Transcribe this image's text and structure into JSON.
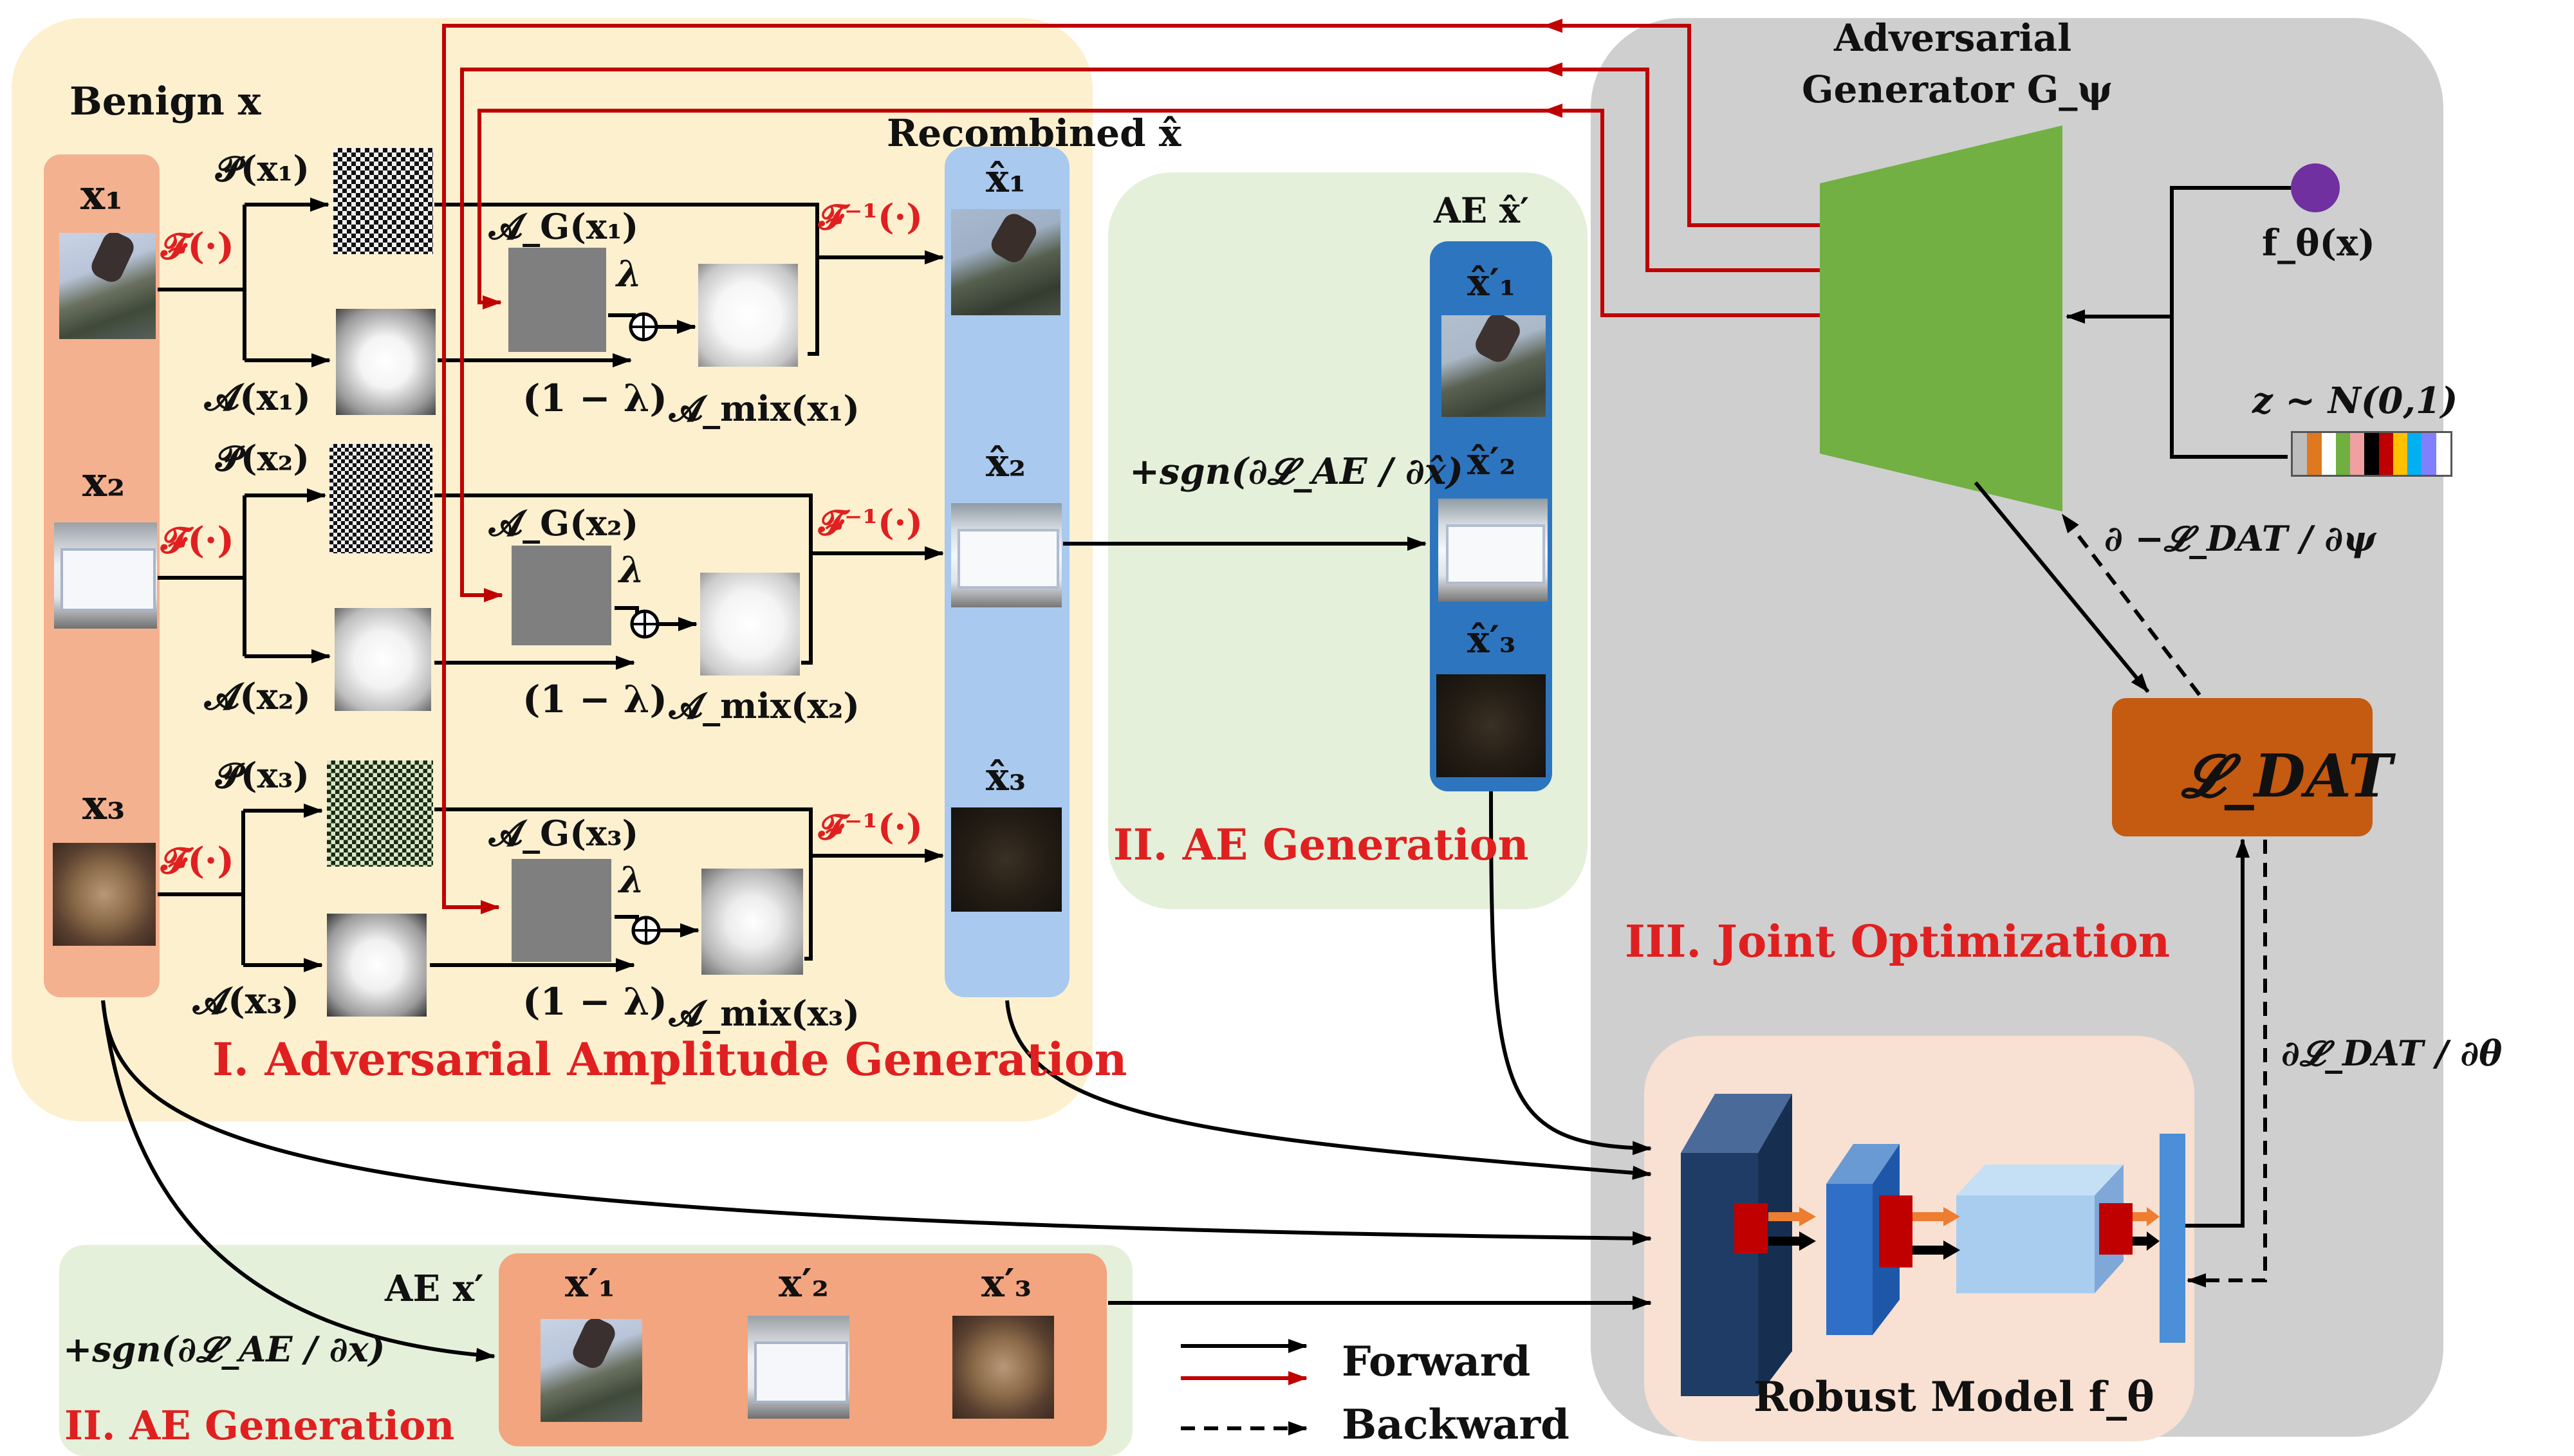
{
  "section1": {
    "title": "I. Adversarial Amplitude Generation",
    "benign": "Benign x",
    "recombined": "Recombined x̂",
    "x": [
      "x₁",
      "x₂",
      "x₃"
    ],
    "fourier": "𝓕(·)",
    "inverse_fourier": "𝓕⁻¹(·)",
    "phase": [
      "𝓟(x₁)",
      "𝓟(x₂)",
      "𝓟(x₃)"
    ],
    "amp": [
      "𝓐(x₁)",
      "𝓐(x₂)",
      "𝓐(x₃)"
    ],
    "amp_gen": [
      "𝓐_G(x₁)",
      "𝓐_G(x₂)",
      "𝓐_G(x₃)"
    ],
    "lambda": "λ",
    "one_minus_lambda": "(1 − λ)",
    "amp_mix": [
      "𝓐_mix(x₁)",
      "𝓐_mix(x₂)",
      "𝓐_mix(x₃)"
    ],
    "xhat": [
      "x̂₁",
      "x̂₂",
      "x̂₃"
    ]
  },
  "section2_top": {
    "title": "II. AE Generation",
    "ae_label": "AE x̂′",
    "formula": "+sgn(∂𝓛_AE / ∂x̂)",
    "items": [
      "x̂′₁",
      "x̂′₂",
      "x̂′₃"
    ]
  },
  "section2_bottom": {
    "title": "II. AE Generation",
    "ae_label": "AE x′",
    "formula": "+sgn(∂𝓛_AE / ∂x)",
    "items": [
      "x′₁",
      "x′₂",
      "x′₃"
    ]
  },
  "section3": {
    "title": "III. Joint Optimization",
    "generator_line1": "Adversarial",
    "generator_line2": "Generator G_ψ",
    "feature": "f_θ(x)",
    "noise": "z ~ N(0,1)",
    "loss": "𝓛_DAT",
    "grad_psi": "∂ −𝓛_DAT / ∂ψ",
    "grad_theta": "∂𝓛_DAT / ∂θ",
    "robust_model": "Robust Model f_θ"
  },
  "legend": {
    "forward": "Forward",
    "backward": "Backward"
  },
  "colors": {
    "section1_bg": "#fdf0cf",
    "section2_bg": "#e4f0d9",
    "section3_bg": "#cfcfcf",
    "benign_column": "#f4b18f",
    "recombined_column": "#a9c9ee",
    "ae_column": "#2e75c0",
    "ae_bottom_box": "#f2a57f",
    "generator": "#72b043",
    "loss_box": "#c55a11",
    "robust_bg": "#f8e1d2",
    "feature_dot": "#7030a0",
    "red_arrow": "#c00000",
    "title_red": "#e02020"
  }
}
